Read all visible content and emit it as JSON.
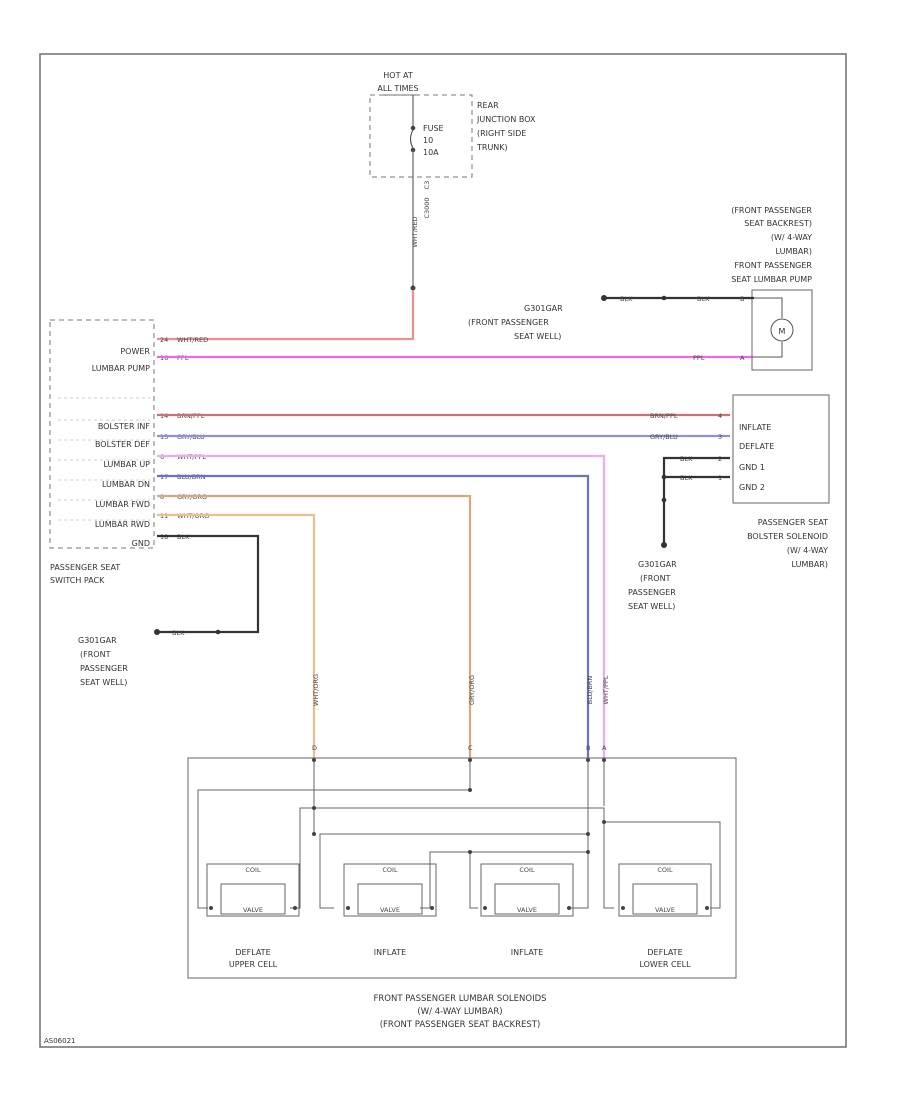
{
  "fuse_source": {
    "hot_at": "HOT AT",
    "all_times": "ALL TIMES",
    "fuse_lines": [
      "FUSE",
      "10",
      "10A"
    ],
    "box_lines": [
      "REAR",
      "JUNCTION BOX",
      "(RIGHT SIDE",
      "TRUNK)"
    ],
    "vertical_wire": "WHT/RED",
    "vertical_conn": "C3",
    "vertical_conn2": "C3000"
  },
  "switch_pack": {
    "caption": [
      "PASSENGER SEAT",
      "SWITCH PACK"
    ],
    "rows": [
      {
        "pin": "24",
        "wire": "WHT/RED",
        "label": "POWER"
      },
      {
        "pin": "16",
        "wire": "PPL",
        "label": "LUMBAR PUMP"
      },
      {
        "pin": "14",
        "wire": "BRN/PPL",
        "label": "BOLSTER INF"
      },
      {
        "pin": "15",
        "wire": "GRY/BLU",
        "label": "BOLSTER DEF"
      },
      {
        "pin": "6",
        "wire": "WHT/PPL",
        "label": "LUMBAR UP"
      },
      {
        "pin": "17",
        "wire": "BLU/BRN",
        "label": "LUMBAR DN"
      },
      {
        "pin": "8",
        "wire": "GRY/ORG",
        "label": "LUMBAR FWD"
      },
      {
        "pin": "11",
        "wire": "WHT/ORG",
        "label": "LUMBAR RWD"
      },
      {
        "pin": "18",
        "wire": "BLK",
        "label": "GND"
      }
    ]
  },
  "ground_sw": {
    "id": "G301GAR",
    "wire": "BLK",
    "lines": [
      "(FRONT",
      "PASSENGER",
      "SEAT WELL)"
    ]
  },
  "pump": {
    "caption": [
      "(FRONT PASSENGER",
      "SEAT BACKREST)",
      "(W/ 4-WAY",
      "LUMBAR)",
      "FRONT PASSENGER",
      "SEAT LUMBAR PUMP"
    ],
    "gnd_id": "G301GAR",
    "gnd_lines": [
      "(FRONT PASSENGER",
      "SEAT WELL)"
    ],
    "wire_gnd": "BLK",
    "wire_gnd2": "BLK",
    "pin_gnd": "B",
    "wire_ppl": "PPL",
    "pin_ppl": "A",
    "motor_symbol": "M"
  },
  "bolster": {
    "labels": [
      "INFLATE",
      "DEFLATE",
      "GND 1",
      "GND 2"
    ],
    "pins": [
      "4",
      "3",
      "2",
      "1"
    ],
    "wires": [
      "BRN/PPL",
      "GRY/BLU",
      "BLK",
      "BLK"
    ],
    "caption": [
      "PASSENGER SEAT",
      "BOLSTER SOLENOID",
      "(W/ 4-WAY",
      "LUMBAR)"
    ],
    "gnd_id": "G301GAR",
    "gnd_lines": [
      "(FRONT",
      "PASSENGER",
      "SEAT WELL)"
    ]
  },
  "verticals": {
    "labels": [
      "WHT/ORG",
      "GRY/ORG",
      "BLU/BRN",
      "WHT/PPL"
    ],
    "pins": [
      "D",
      "C",
      "B",
      "A"
    ]
  },
  "solenoids": {
    "names": [
      "DEFLATE\nUPPER CELL",
      "INFLATE",
      "INFLATE",
      "DEFLATE\nLOWER CELL"
    ],
    "coil_text": "COIL",
    "valve_text": "VALVE",
    "caption": [
      "FRONT PASSENGER LUMBAR SOLENOIDS",
      "(W/ 4-WAY LUMBAR)",
      "(FRONT PASSENGER SEAT BACKREST)"
    ]
  },
  "footer_id": "AS06021",
  "colors": {
    "wht_red": "#e8918c",
    "ppl": "#ee66ee",
    "brn_ppl": "#cf7070",
    "gry_blu": "#8f8fdf",
    "wht_ppl": "#f3a8f3",
    "blu_brn": "#6f6fcf",
    "gry_org": "#d8a878",
    "wht_org": "#ecbe8e",
    "blk": "#333333",
    "frame": "#777777"
  }
}
